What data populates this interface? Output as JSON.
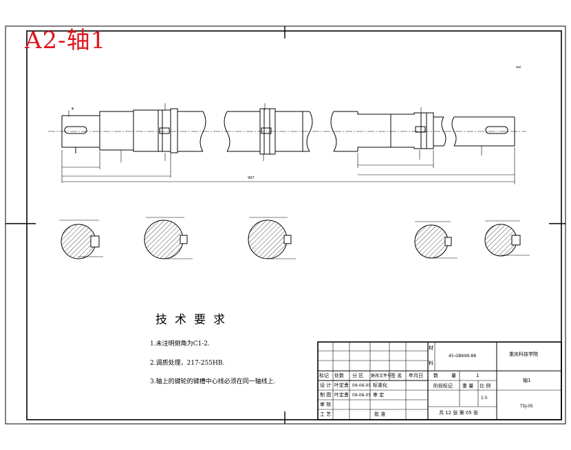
{
  "drawing": {
    "sheet_label": "A2-轴1",
    "surface_finish_note": "as/",
    "dim_overall": "997",
    "dim_phi": "φ"
  },
  "requirements": {
    "title": "技术要求",
    "items": [
      "1.未注明倒角为C1-2.",
      "2.调质处理，217-255HB.",
      "3.轴上的键轮的键槽中心线必须在同一轴线上."
    ]
  },
  "title_block": {
    "material_label_1": "材",
    "material_label_2": "料",
    "material_value": "45-GB699-88",
    "school": "重庆科技学院",
    "part_name": "轴1",
    "header_cells": [
      "标记",
      "处数",
      "分 区",
      "更改文件号",
      "签 名",
      "年月日"
    ],
    "designer_row": [
      "设 计",
      "叶定勇",
      "09-06-05",
      "标准化"
    ],
    "drafter_row": [
      "制 图",
      "叶定勇",
      "09-06-05",
      "审 定"
    ],
    "review_label": "审 核",
    "process_label": "工 艺",
    "approve_label": "批 准",
    "quantity_label": "数",
    "quantity_label2": "量",
    "quantity_value": "1",
    "stage_label": "阶段标记",
    "weight_label": "重 量",
    "scale_label": "比 例",
    "scale_value": "1:5",
    "sheets_note": "共 12 张 第 05 张",
    "drawing_no": "TSJ-05"
  }
}
